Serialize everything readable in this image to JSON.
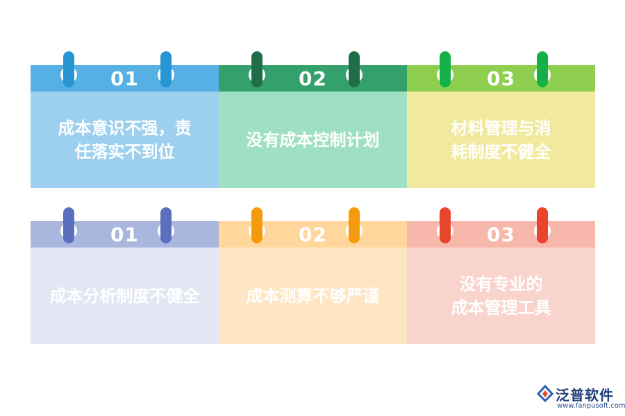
{
  "cards": [
    {
      "number": "01",
      "text": "成本意识不强，责\n任落实不到位",
      "header_color": "#56b0e3",
      "body_color": "#9dd0ef",
      "pin_color": "#2794d3"
    },
    {
      "number": "02",
      "text": "没有成本控制计划",
      "header_color": "#34a06b",
      "body_color": "#9fe0c4",
      "pin_color": "#1f6e47"
    },
    {
      "number": "03",
      "text": "材料管理与消\n耗制度不健全",
      "header_color": "#8fcf4f",
      "body_color": "#f1ea9e",
      "pin_color": "#14b148"
    },
    {
      "number": "01",
      "text": "成本分析制度不健全",
      "header_color": "#a9b6dd",
      "body_color": "#e3e7f4",
      "pin_color": "#5b6fbf"
    },
    {
      "number": "02",
      "text": "成本测算不够严谨",
      "header_color": "#ffd79c",
      "body_color": "#fee6c4",
      "pin_color": "#f59a0c"
    },
    {
      "number": "03",
      "text": "没有专业的\n成本管理工具",
      "header_color": "#f7b7ab",
      "body_color": "#f8d4cd",
      "pin_color": "#e8452b"
    }
  ],
  "logo": {
    "name": "泛普软件",
    "url": "www.fanpusoft.com"
  }
}
